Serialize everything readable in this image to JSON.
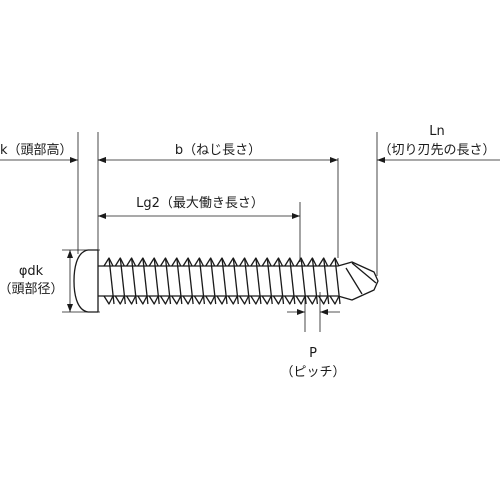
{
  "labels": {
    "k": "k（頭部高）",
    "b": "b（ねじ長さ）",
    "ln_top": "Ln",
    "ln_bottom": "（切り刃先の長さ）",
    "lg2": "Lg2（最大働き長さ）",
    "dk_top": "φdk",
    "dk_bottom": "（頭部径）",
    "p_top": "P",
    "p_bottom": "（ピッチ）"
  },
  "colors": {
    "line": "#1a1a1a",
    "background": "#ffffff"
  }
}
